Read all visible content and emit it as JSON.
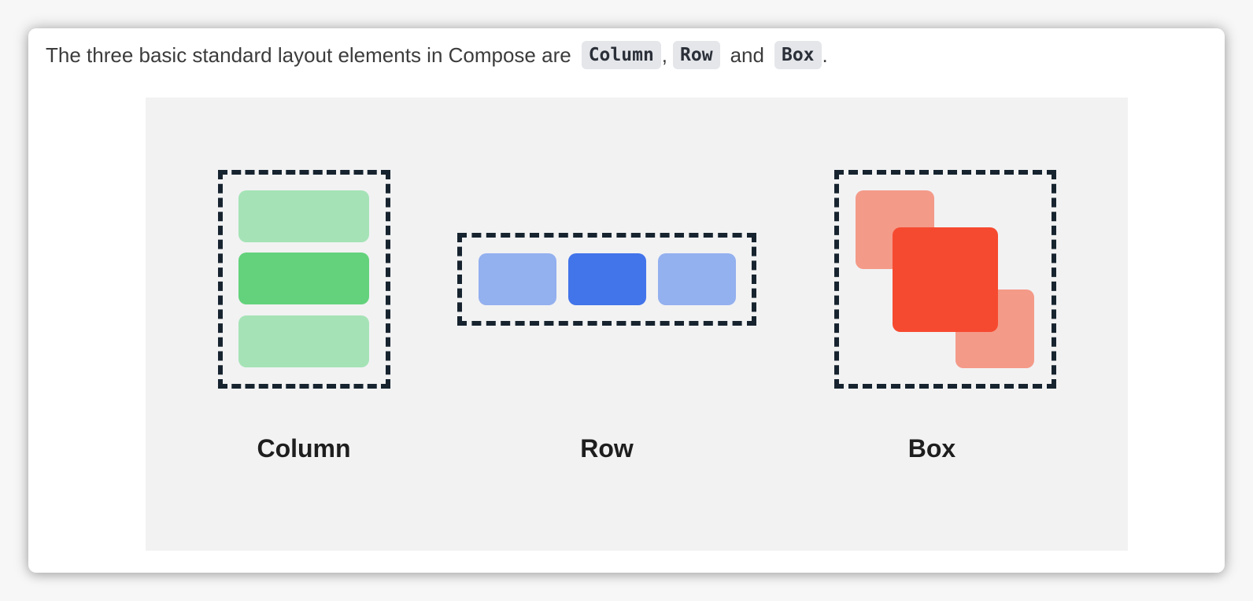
{
  "intro": {
    "prefix": "The three basic standard layout elements in Compose are",
    "code_column": "Column",
    "comma": ",",
    "code_row": "Row",
    "and": "and",
    "code_box": "Box",
    "period": "."
  },
  "figure": {
    "column_label": "Column",
    "row_label": "Row",
    "box_label": "Box"
  },
  "colors": {
    "green_light": "#a5e3b6",
    "green": "#64d27c",
    "blue_light": "#93b0ef",
    "blue": "#4274ea",
    "red_light": "#f49a88",
    "red": "#f64a30",
    "dash": "#17242f",
    "figure_bg": "#f2f2f3"
  }
}
